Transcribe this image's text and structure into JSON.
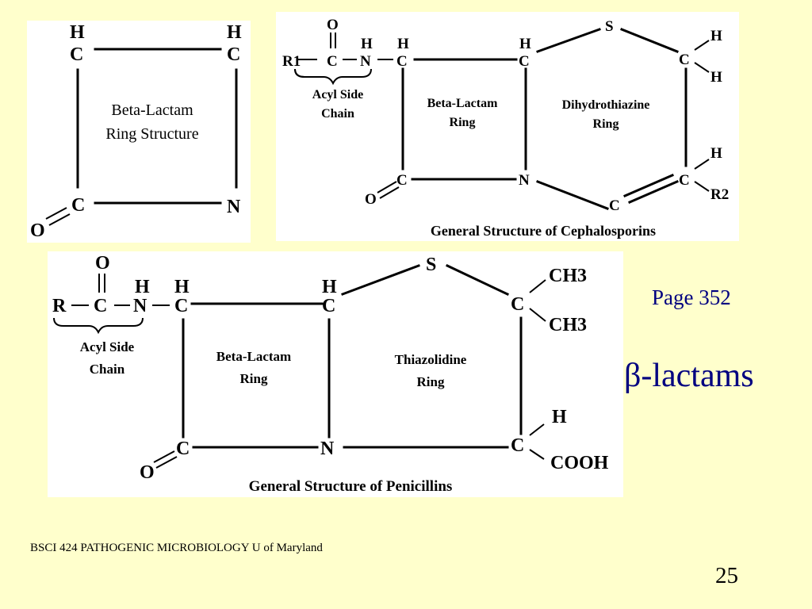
{
  "atoms": {
    "C": "C",
    "H": "H",
    "N": "N",
    "O": "O",
    "S": "S",
    "R": "R",
    "R1": "R1",
    "R2": "R2",
    "CH3": "CH3",
    "COOH": "COOH"
  },
  "panel1": {
    "label_line1": "Beta-Lactam",
    "label_line2": "Ring Structure"
  },
  "panel2": {
    "acyl_line1": "Acyl Side",
    "acyl_line2": "Chain",
    "beta_line1": "Beta-Lactam",
    "beta_line2": "Ring",
    "dihydro_line1": "Dihydrothiazine",
    "dihydro_line2": "Ring",
    "caption": "General Structure of Cephalosporins"
  },
  "panel3": {
    "acyl_line1": "Acyl Side",
    "acyl_line2": "Chain",
    "beta_line1": "Beta-Lactam",
    "beta_line2": "Ring",
    "thiazolidine_line1": "Thiazolidine",
    "thiazolidine_line2": "Ring",
    "caption": "General Structure of Penicillins"
  },
  "slide": {
    "page_ref": "Page 352",
    "title": "β-lactams",
    "footer": "BSCI 424 PATHOGENIC MICROBIOLOGY U of Maryland",
    "number": "25"
  },
  "colors": {
    "background": "#ffffcc",
    "title": "#000080"
  }
}
